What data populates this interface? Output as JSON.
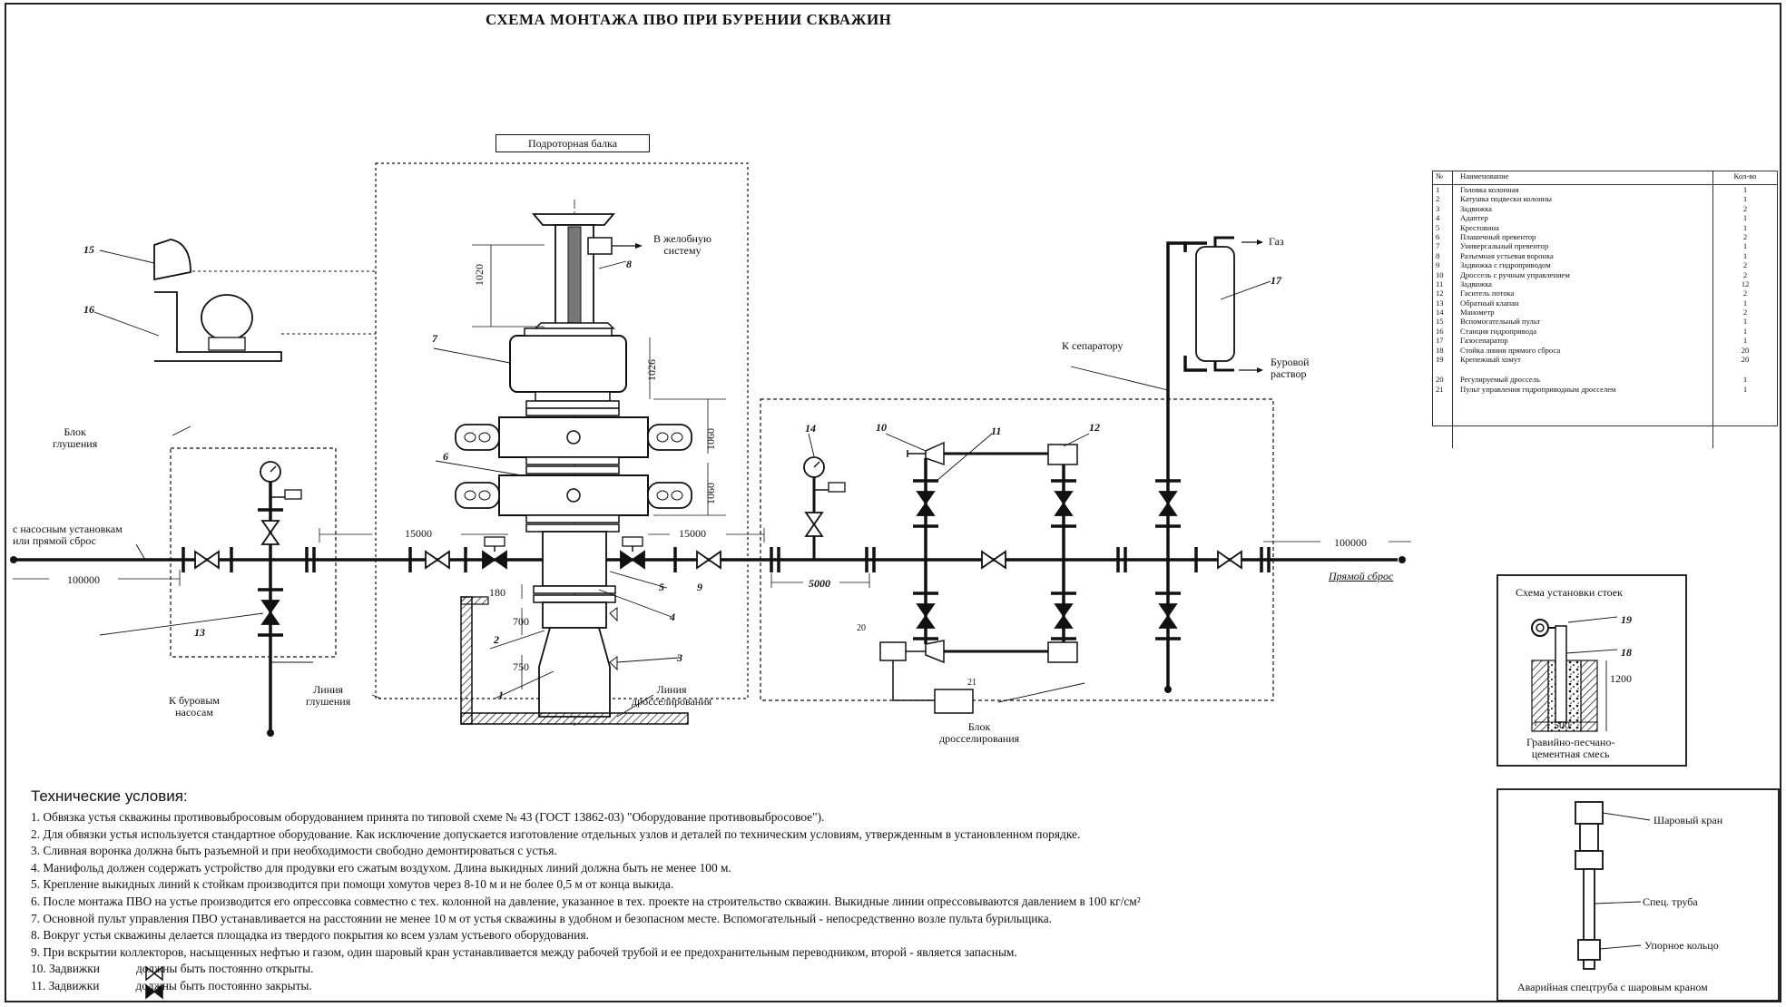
{
  "title": "СХЕМА МОНТАЖА ПВО ПРИ БУРЕНИИ СКВАЖИН",
  "beam_label": "Подроторная балка",
  "labels": {
    "to_channel": [
      "В желобную",
      "систему"
    ],
    "gas": "Газ",
    "drill_mud": [
      "Буровой",
      "раствор"
    ],
    "to_separator": "К сепаратору",
    "kill_block": [
      "Блок",
      "глушения"
    ],
    "from_pumps": [
      "с насосным установкам",
      "или прямой сброс"
    ],
    "to_drill_pumps": [
      "К буровым",
      "насосам"
    ],
    "kill_line": [
      "Линия",
      "глушения"
    ],
    "choke_line": [
      "Линия",
      "дросселирования"
    ],
    "choke_block": [
      "Блок",
      "дросселирования"
    ],
    "direct_discharge": "Прямой сброс"
  },
  "dims": {
    "d1020": "1020",
    "d1026": "1026",
    "d1060a": "1060",
    "d1060b": "1060",
    "d15000a": "15000",
    "d15000b": "15000",
    "d100000a": "100000",
    "d100000b": "100000",
    "d5000": "5000",
    "d180": "180",
    "d700": "700",
    "d750": "750"
  },
  "callouts": {
    "n1": "1",
    "n2": "2",
    "n3": "3",
    "n4": "4",
    "n5": "5",
    "n6": "6",
    "n7": "7",
    "n8": "8",
    "n9": "9",
    "n10": "10",
    "n11": "11",
    "n12": "12",
    "n13": "13",
    "n14": "14",
    "n15": "15",
    "n16": "16",
    "n17": "17",
    "n18": "18",
    "n19": "19",
    "n20": "20",
    "n21": "21"
  },
  "parts_table": {
    "headers": [
      "№",
      "Наименование",
      "Кол-во"
    ],
    "rows": [
      [
        "1",
        "Головка колонная",
        "1"
      ],
      [
        "2",
        "Катушка подвески колонны",
        "1"
      ],
      [
        "3",
        "Задвижка",
        "2"
      ],
      [
        "4",
        "Адаптер",
        "1"
      ],
      [
        "5",
        "Крестовина",
        "1"
      ],
      [
        "6",
        "Плашечный превентор",
        "2"
      ],
      [
        "7",
        "Универсальный превентор",
        "1"
      ],
      [
        "8",
        "Разъемная устьевая воронка",
        "1"
      ],
      [
        "9",
        "Задвижка с гидроприводом",
        "2"
      ],
      [
        "10",
        "Дроссель с ручным управлением",
        "2"
      ],
      [
        "11",
        "Задвижка",
        "12"
      ],
      [
        "12",
        "Гаситель потока",
        "2"
      ],
      [
        "13",
        "Обратный клапан",
        "1"
      ],
      [
        "14",
        "Манометр",
        "2"
      ],
      [
        "15",
        "Вспомогательный пульт",
        "1"
      ],
      [
        "16",
        "Станция гидропривода",
        "1"
      ],
      [
        "17",
        "Газосепаратор",
        "1"
      ],
      [
        "18",
        "Стойка линии прямого сброса",
        "20"
      ],
      [
        "19",
        "Крепежный хомут",
        "20"
      ]
    ],
    "rows2": [
      [
        "20",
        "Регулируемый дроссель",
        "1"
      ],
      [
        "21",
        "Пульт управления гидроприводным дросселем",
        "1"
      ]
    ]
  },
  "stand_scheme": {
    "title": "Схема установки стоек",
    "dim_1200": "1200",
    "dim_500": "500",
    "caption": [
      "Гравийно-песчано-",
      "цементная смесь"
    ]
  },
  "emergency_pipe": {
    "ball_valve": "Шаровый кран",
    "spec_pipe": "Спец. труба",
    "stop_ring": "Упорное кольцо",
    "caption": "Аварийная спецтруба с шаровым краном"
  },
  "tech": {
    "heading": "Технические условия:",
    "lines": [
      "1. Обвязка устья скважины противовыбросовым оборудованием принята по типовой  схеме  № 43 (ГОСТ 13862-03) \"Оборудование противовыбросовое\").",
      "2. Для обвязки устья используется стандартное оборудование. Как исключение допускается изготовление отдельных узлов и деталей по техническим условиям, утвержденным в установленном порядке.",
      "3. Сливная воронка должна быть разъемной и при необходимости свободно демонтироваться с устья.",
      "4. Манифольд должен содержать устройство для продувки его сжатым воздухом. Длина выкидных линий должна быть не менее 100 м.",
      "5. Крепление выкидных линий к стойкам производится при помощи хомутов через 8-10 м  и не более 0,5 м от конца выкида.",
      "6. После монтажа ПВО на устье производится его опрессовка совместно с тех. колонной на давление, указанное в тех. проекте на строительство скважин. Выкидные линии опрессовываются давлением в 100 кг/см²",
      "7. Основной пульт управления ПВО  устанавливается  на расстоянии не менее 10 м от устья скважины в удобном и безопасном месте. Вспомогательный - непосредственно возле пульта бурильщика.",
      "8. Вокруг устья скважины делается площадка из твердого покрытия ко всем узлам устьевого оборудования.",
      "9. При вскрытии коллекторов, насыщенных нефтью и газом, один шаровый кран устанавливается между рабочей трубой и ее предохранительным переводником, второй - является запасным.",
      "10. Задвижки",
      "11. Задвижки"
    ],
    "open_text": "должны быть постоянно открыты.",
    "closed_text": "должны быть постоянно закрыты."
  }
}
